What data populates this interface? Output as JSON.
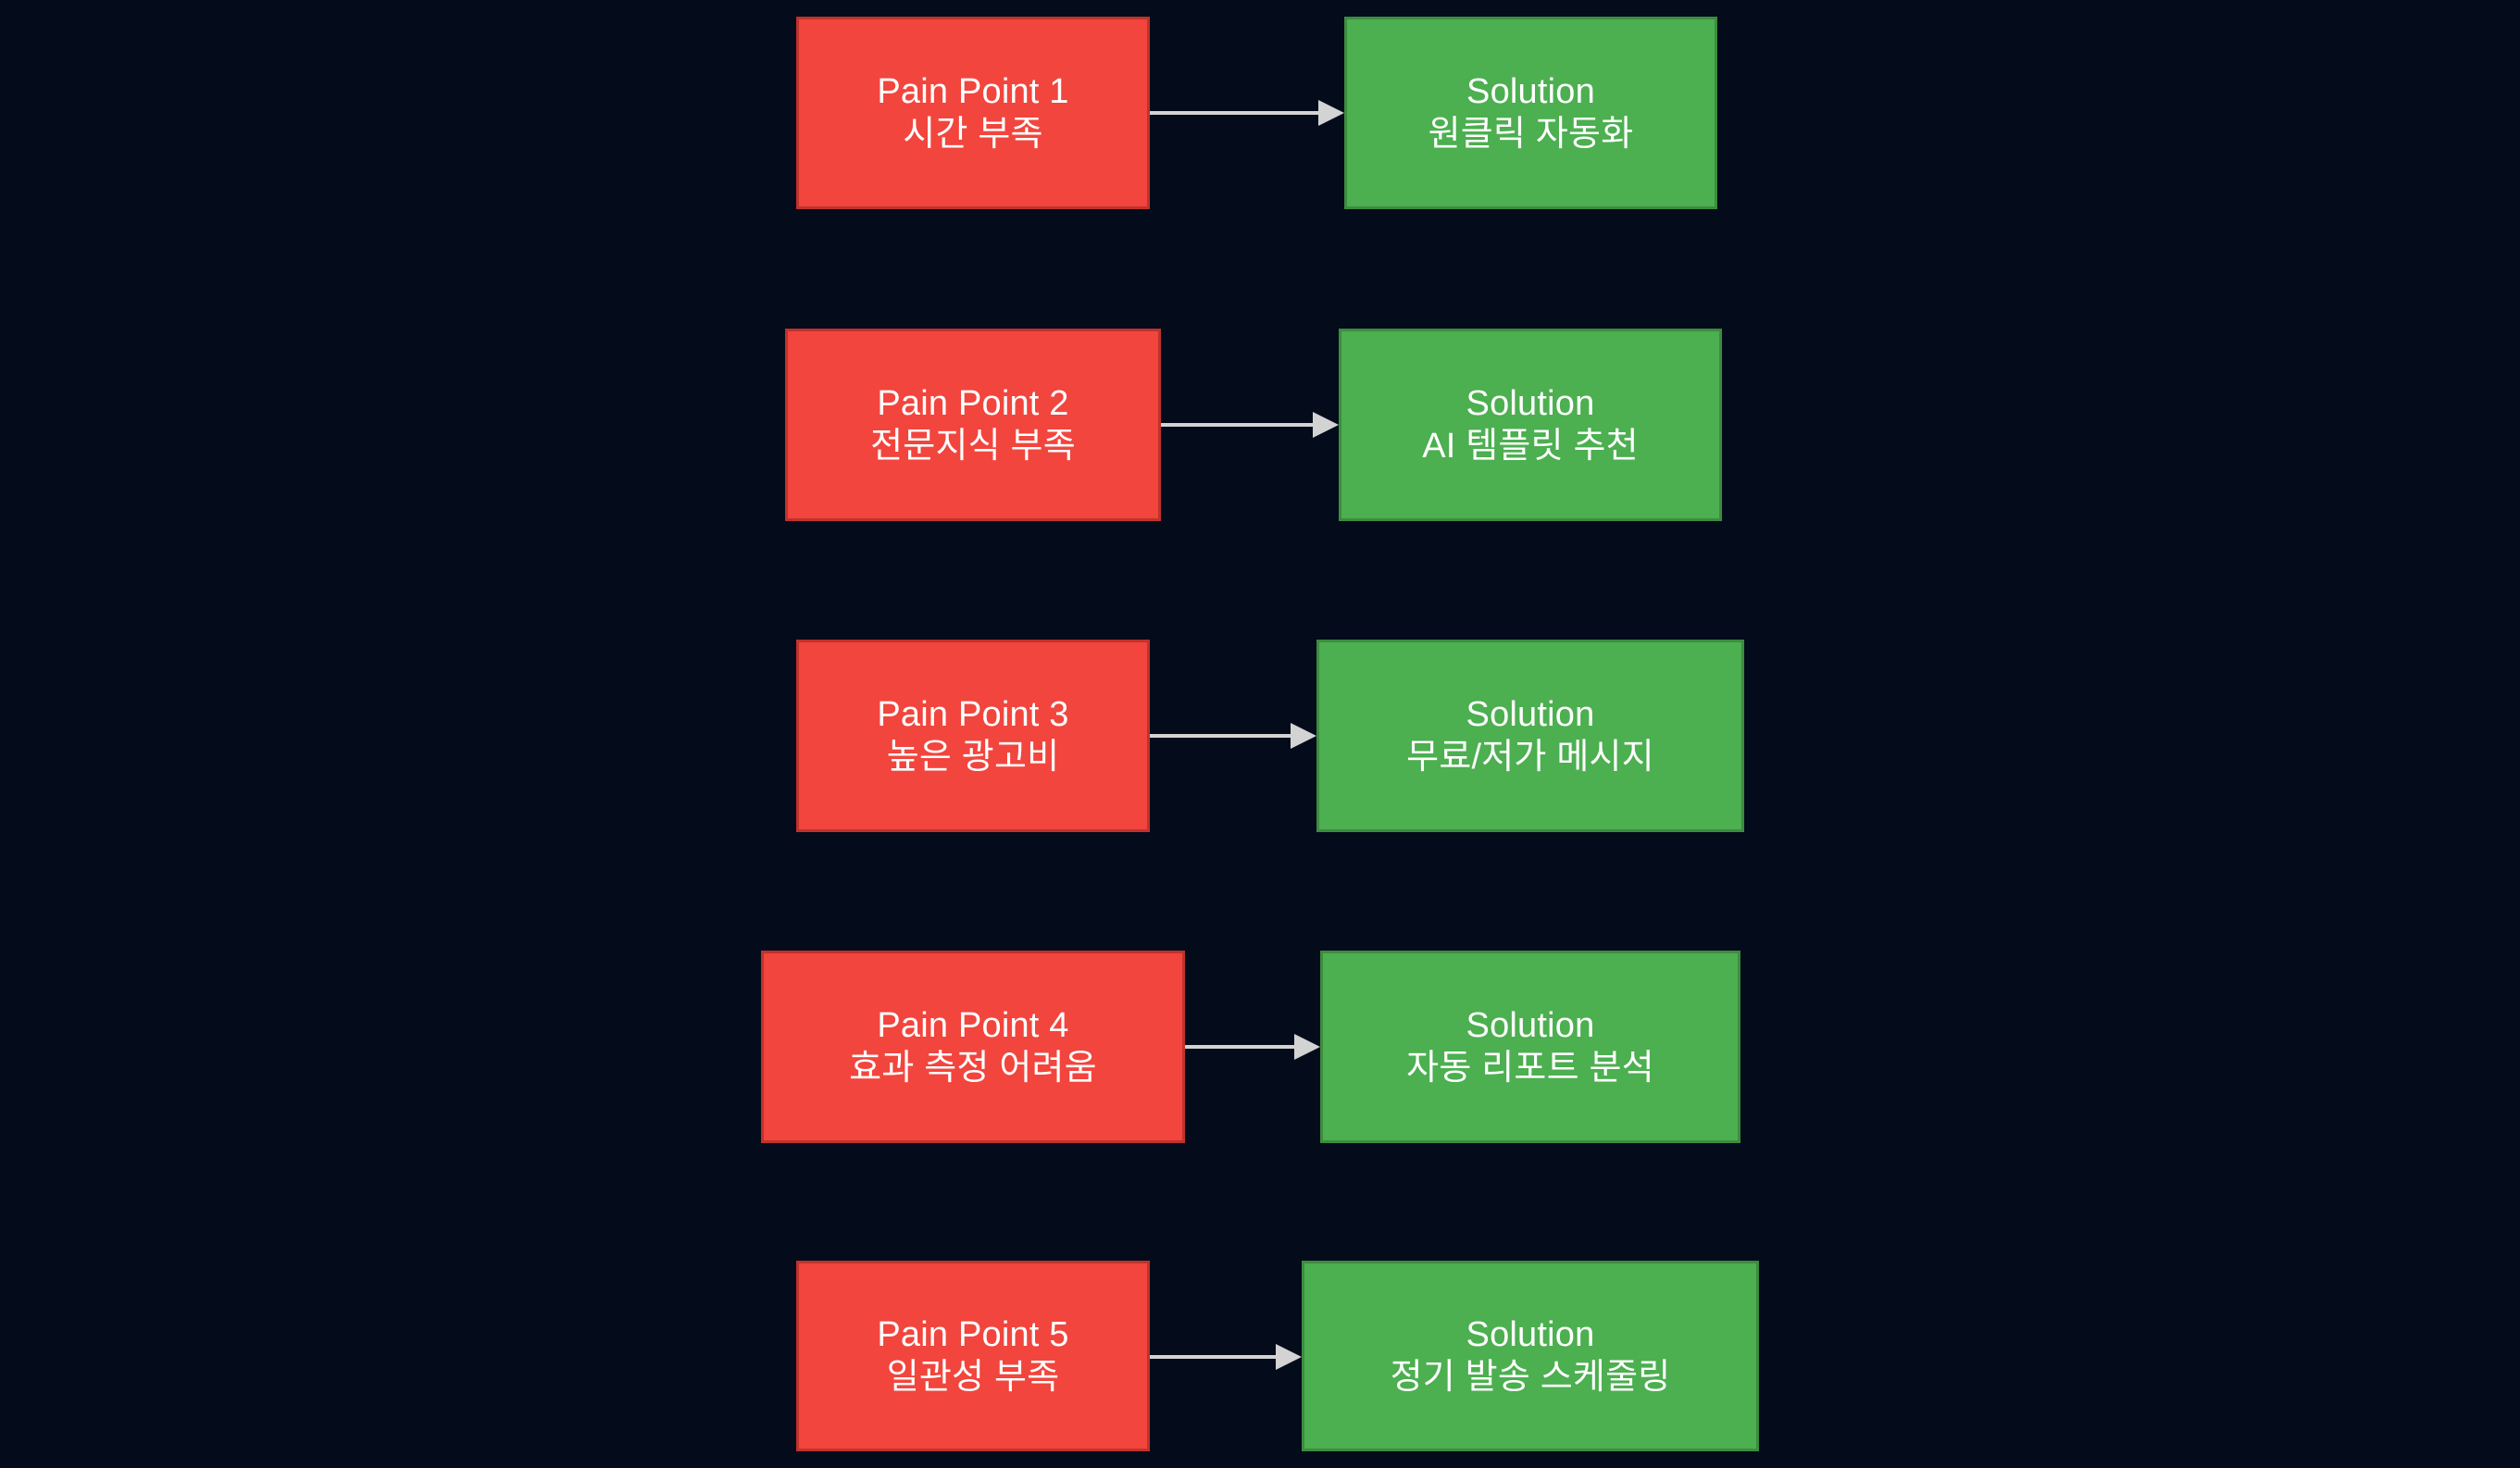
{
  "diagram": {
    "type": "flowchart",
    "background_color": "#040b1b",
    "pain_color": "#f2453d",
    "pain_border_color": "#c0322c",
    "solution_color": "#4caf50",
    "solution_border_color": "#3c8c40",
    "edge_color": "#d3d3d3",
    "text_color": "#ffffff",
    "rows": [
      {
        "pain": {
          "title": "Pain Point 1",
          "detail": "시간 부족"
        },
        "solution": {
          "title": "Solution",
          "detail": "원클릭 자동화"
        }
      },
      {
        "pain": {
          "title": "Pain Point 2",
          "detail": "전문지식 부족"
        },
        "solution": {
          "title": "Solution",
          "detail": "AI 템플릿 추천"
        }
      },
      {
        "pain": {
          "title": "Pain Point 3",
          "detail": "높은 광고비"
        },
        "solution": {
          "title": "Solution",
          "detail": "무료/저가 메시지"
        }
      },
      {
        "pain": {
          "title": "Pain Point 4",
          "detail": "효과 측정 어려움"
        },
        "solution": {
          "title": "Solution",
          "detail": "자동 리포트 분석"
        }
      },
      {
        "pain": {
          "title": "Pain Point 5",
          "detail": "일관성 부족"
        },
        "solution": {
          "title": "Solution",
          "detail": "정기 발송 스케줄링"
        }
      }
    ]
  }
}
